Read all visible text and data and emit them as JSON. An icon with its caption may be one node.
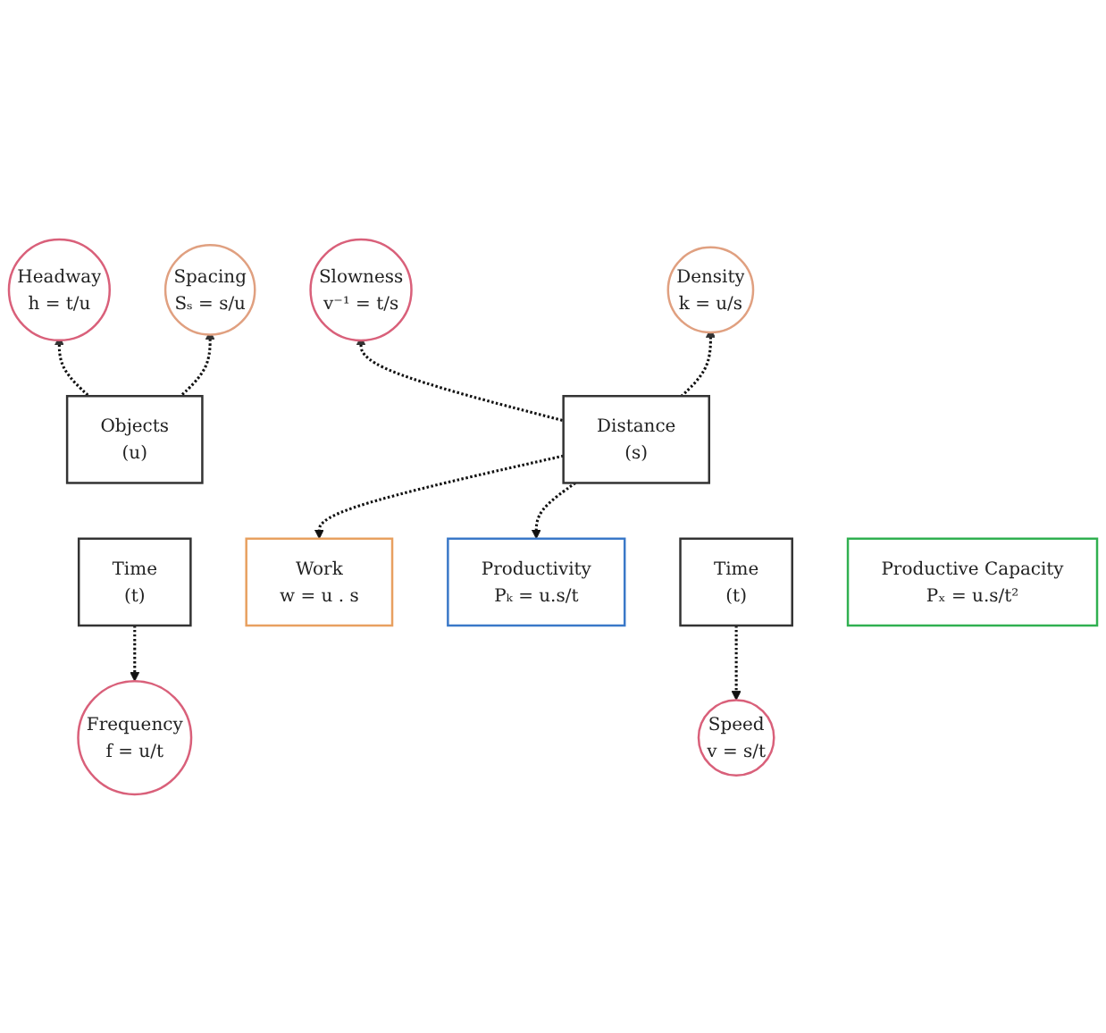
{
  "diagram": {
    "nodes": [
      {
        "text": [
          "Headway",
          "h = t/u"
        ]
      },
      {
        "text": [
          "Slowness",
          "v⁻¹ = t/s"
        ]
      },
      {
        "text": [
          "Density",
          "k = u/s"
        ]
      },
      {
        "text": [
          "Spacing",
          "Sₛ = s/u"
        ]
      },
      {
        "text": [
          "Objects",
          "(u)"
        ]
      },
      {
        "text": [
          "Distance",
          "(s)"
        ]
      },
      {
        "text": [
          "Work",
          "w = u . s"
        ]
      },
      {
        "text": [
          "Productivity",
          "Pₖ = u.s/t"
        ]
      },
      {
        "text": [
          "Time",
          "(t)"
        ]
      },
      {
        "text": [
          "Time",
          "(t)"
        ]
      },
      {
        "text": [
          "Productive Capacity",
          "Pₓ = u.s/t²"
        ]
      },
      {
        "text": [
          "Frequency",
          "f = u/t"
        ]
      },
      {
        "text": [
          "Speed",
          "v = s/t"
        ]
      }
    ],
    "edges": [
      {
        "from": 4,
        "to": 0,
        "arrow": "to",
        "style": "dashed"
      },
      {
        "from": 5,
        "to": 1,
        "arrow": "to",
        "style": "dashed"
      },
      {
        "from": 5,
        "to": 2,
        "arrow": "to",
        "style": "dashed"
      },
      {
        "from": 4,
        "to": 3,
        "arrow": "to",
        "style": "dashed"
      },
      {
        "from": 5,
        "to": 6,
        "arrow": "to",
        "style": "dashed"
      },
      {
        "from": 5,
        "to": 7,
        "arrow": "to",
        "style": "dashed"
      },
      {
        "from": 8,
        "to": 11,
        "arrow": "to",
        "style": "dashed"
      },
      {
        "from": 9,
        "to": 12,
        "arrow": "to",
        "style": "dashed"
      }
    ]
  }
}
